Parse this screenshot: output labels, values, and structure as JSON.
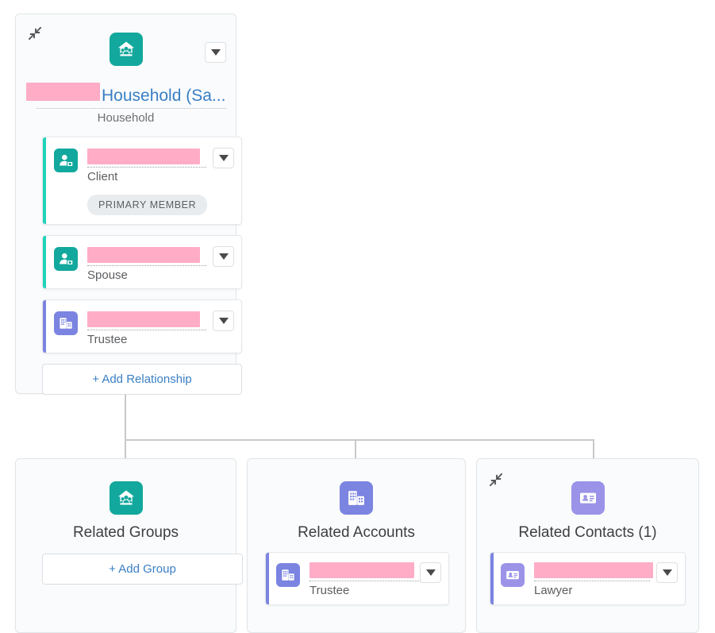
{
  "colors": {
    "link": "#3a7fc4",
    "teal": "#12a89d",
    "teal_accent": "#1fd3b8",
    "indigo": "#7b84e0",
    "violet": "#9a93e8",
    "redaction": "#ffadc6",
    "card_bg": "#f9fbfc",
    "connector": "#c9c9c9",
    "label_text": "#5c5e61"
  },
  "root_card": {
    "collapse_icon": "collapse-arrows-icon",
    "header_icon": "household-icon",
    "caret_icon": "chevron-down-icon",
    "title": "Household (Sa...",
    "title_redacted": true,
    "subtitle": "Household",
    "members": [
      {
        "icon": "person-client-icon",
        "accent": "teal",
        "name_redacted": true,
        "label": "Client",
        "badge": "PRIMARY MEMBER",
        "caret_icon": "chevron-down-icon"
      },
      {
        "icon": "person-client-icon",
        "accent": "teal",
        "name_redacted": true,
        "label": "Spouse",
        "badge": null,
        "caret_icon": "chevron-down-icon"
      },
      {
        "icon": "building-account-icon",
        "accent": "indigo",
        "name_redacted": true,
        "label": "Trustee",
        "badge": null,
        "caret_icon": "chevron-down-icon"
      }
    ],
    "add_relationship_label": "+ Add Relationship"
  },
  "bottom_cards": [
    {
      "id": "related-groups",
      "icon": "household-icon",
      "icon_color": "teal",
      "title": "Related Groups",
      "collapse_icon": null,
      "action_label": "+ Add Group",
      "row": null
    },
    {
      "id": "related-accounts",
      "icon": "building-account-icon",
      "icon_color": "indigo",
      "title": "Related Accounts",
      "collapse_icon": null,
      "action_label": null,
      "row": {
        "icon": "building-account-icon",
        "accent": "indigo",
        "name_redacted": true,
        "label": "Trustee",
        "caret_icon": "chevron-down-icon"
      }
    },
    {
      "id": "related-contacts",
      "icon": "contact-card-icon",
      "icon_color": "violet",
      "title": "Related Contacts (1)",
      "collapse_icon": "collapse-arrows-icon",
      "action_label": null,
      "row": {
        "icon": "contact-card-icon",
        "accent": "indigo",
        "name_redacted": true,
        "label": "Lawyer",
        "caret_icon": "chevron-down-icon"
      }
    }
  ]
}
